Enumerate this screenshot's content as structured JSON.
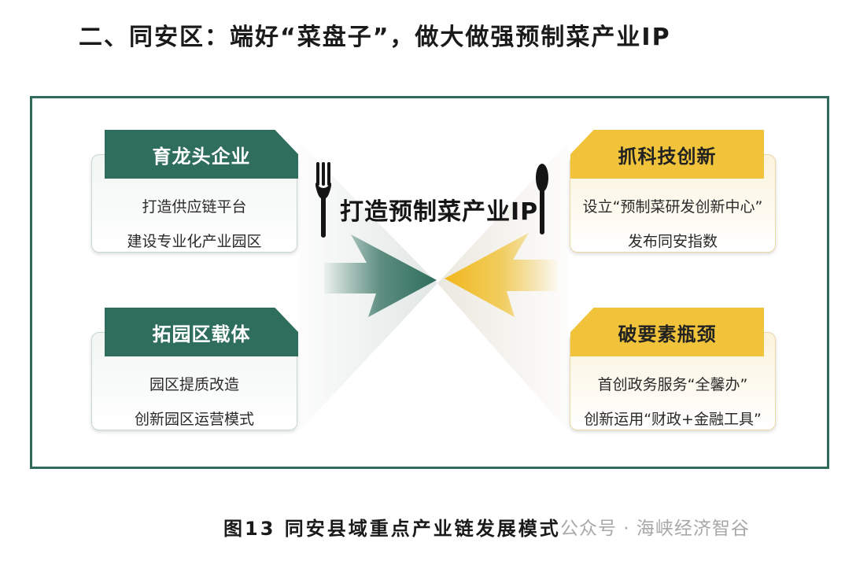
{
  "heading": "二、同安区：端好“菜盘子”，做大做强预制菜产业IP",
  "center_title": "打造预制菜产业IP",
  "left_top": {
    "title": "育龙头企业",
    "lines": [
      "打造供应链平台",
      "建设专业化产业园区"
    ]
  },
  "left_bottom": {
    "title": "拓园区载体",
    "lines": [
      "园区提质改造",
      "创新园区运营模式"
    ]
  },
  "right_top": {
    "title": "抓科技创新",
    "lines": [
      "设立“预制菜研发创新中心”",
      "发布同安指数"
    ]
  },
  "right_bottom": {
    "title": "破要素瓶颈",
    "lines": [
      "首创政务服务“全馨办”",
      "创新运用“财政+金融工具”"
    ]
  },
  "caption": "图13  同安县域重点产业链发展模式",
  "watermark": "公众号 · 海峡经济智谷",
  "colors": {
    "green": "#2f6e5c",
    "gold": "#f0c33a",
    "frame": "#2e6b5a"
  },
  "icons": [
    "fork-icon",
    "spoon-icon",
    "green-arrow-icon",
    "gold-arrow-icon"
  ]
}
